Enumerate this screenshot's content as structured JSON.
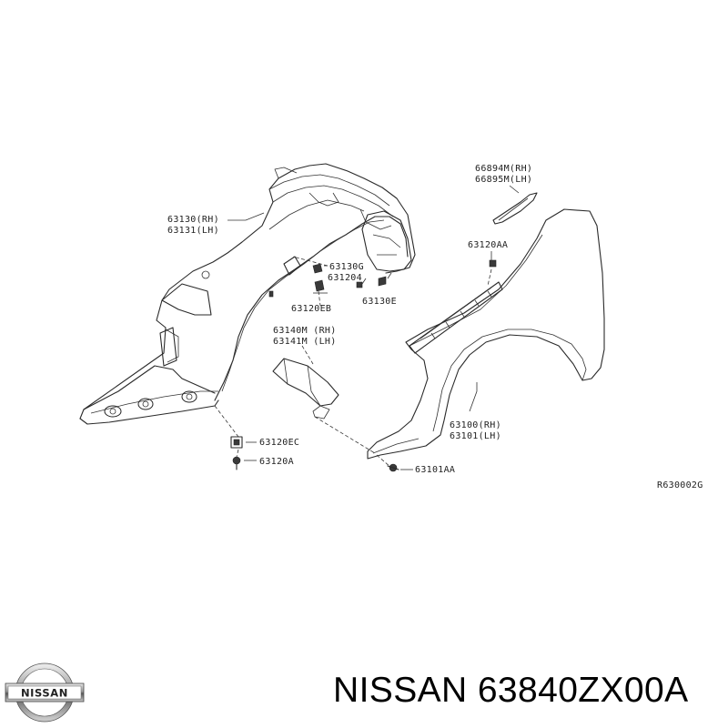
{
  "diagram": {
    "ref_code": "R630002G",
    "labels": {
      "p63130": [
        "63130(RH)",
        "63131(LH)"
      ],
      "p63130G": "63130G",
      "p631204": "631204",
      "p63120EB": "63120EB",
      "p63130E": "63130E",
      "p63140M": [
        "63140M (RH)",
        "63141M (LH)"
      ],
      "p63120EC": "63120EC",
      "p63120A": "63120A",
      "p66894M": [
        "66894M(RH)",
        "66895M(LH)"
      ],
      "p63120AA": "63120AA",
      "p63100": [
        "63100(RH)",
        "63101(LH)"
      ],
      "p63101AA": "63101AA"
    }
  },
  "footer": {
    "part_title": "NISSAN 63840ZX00A",
    "logo_text": "NISSAN"
  }
}
